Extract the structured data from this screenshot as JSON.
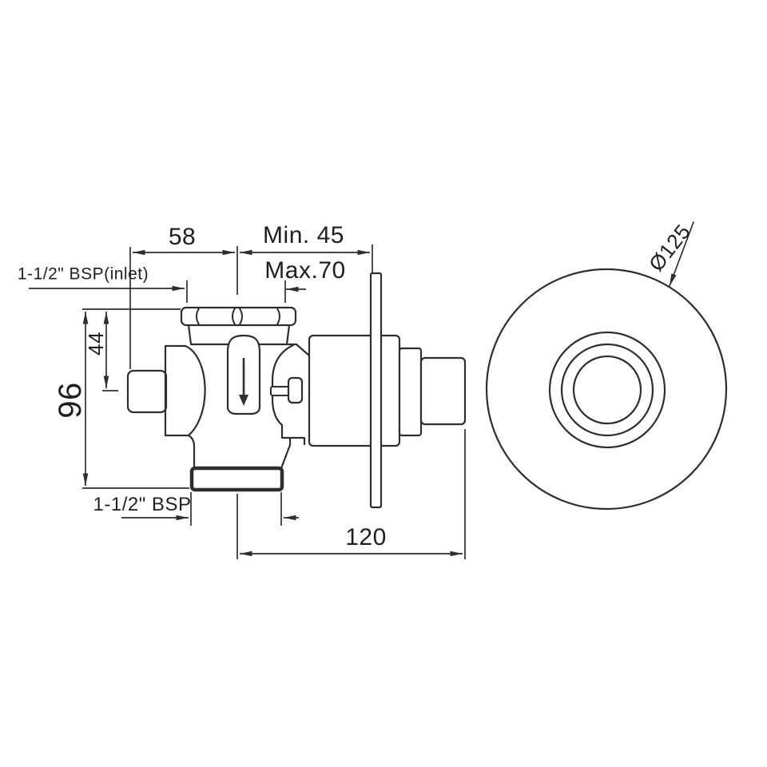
{
  "page": {
    "background": "#ffffff",
    "line_color": "#2e2e2e",
    "text_color": "#1f1f1f"
  },
  "drawing": {
    "description": "Dimensioned engineering drawing of a concealed flush valve: side sectional view at left, round face-plate front view at right",
    "side_view": {
      "dim_58": "58",
      "dim_min_45": "Min. 45",
      "dim_max_70": "Max.70",
      "inlet_thread": "1-1/2\" BSP(inlet)",
      "dim_44": "44",
      "dim_96": "96",
      "outlet_thread": "1-1/2\" BSP",
      "dim_120": "120"
    },
    "front_view": {
      "diameter": "Ø125"
    }
  }
}
